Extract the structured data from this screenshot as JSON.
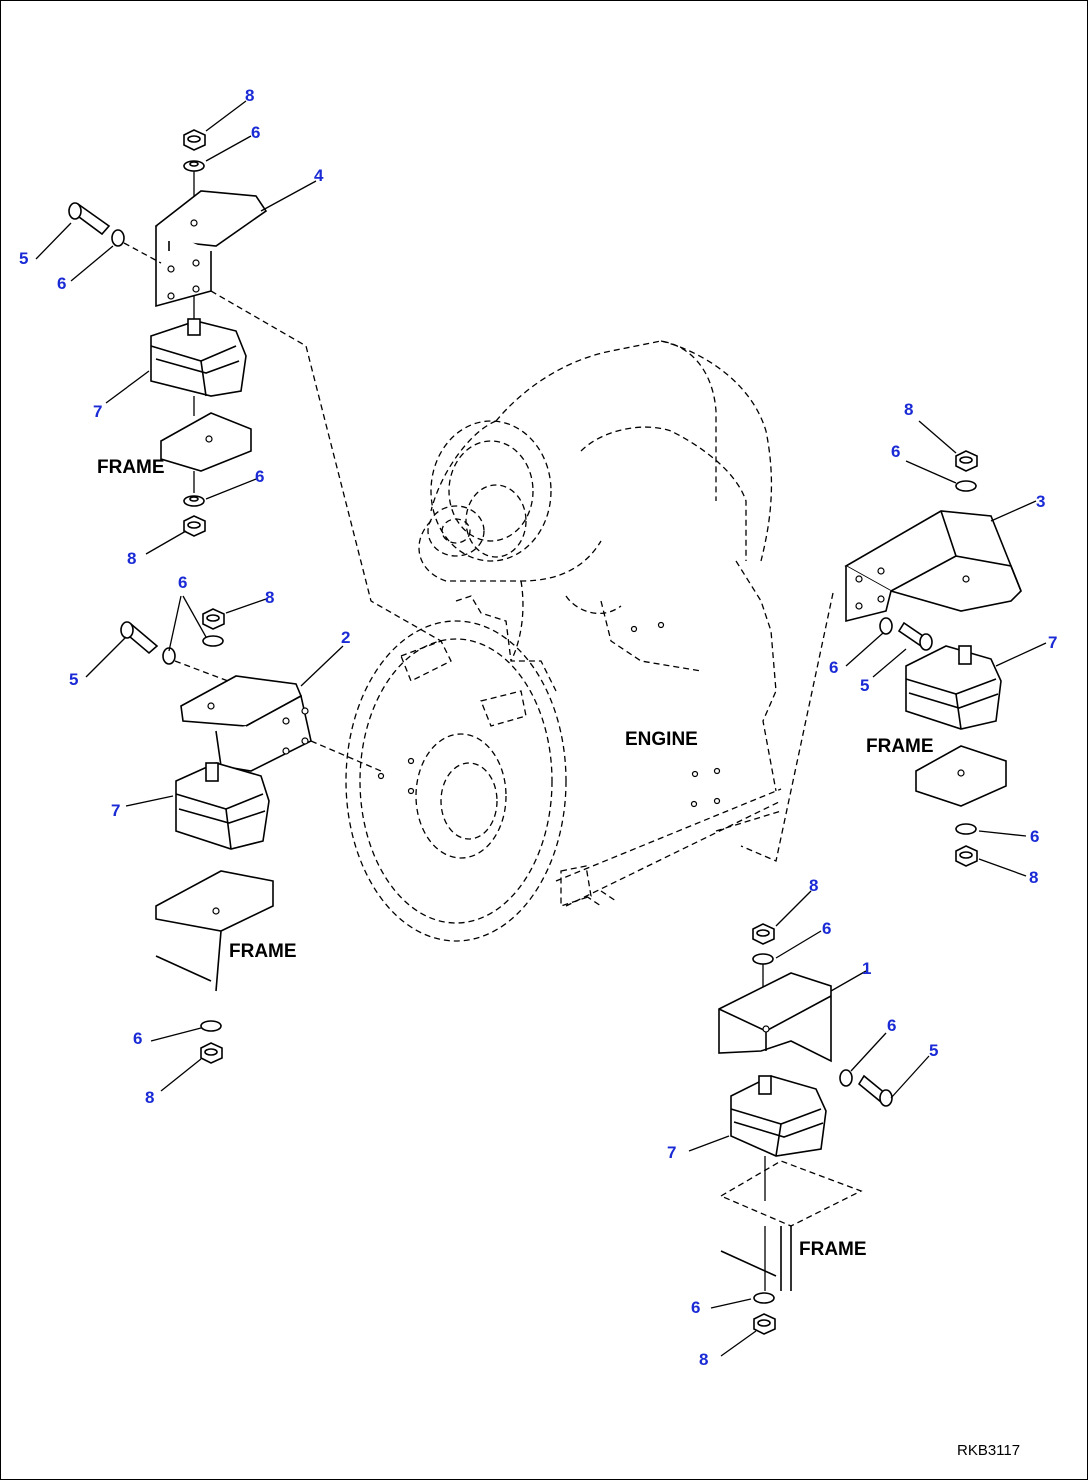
{
  "labels": {
    "engine": "ENGINE",
    "frame": "FRAME"
  },
  "callouts": {
    "1": "1",
    "2": "2",
    "3": "3",
    "4": "4",
    "5": "5",
    "6": "6",
    "7": "7",
    "8": "8"
  },
  "drawing_code": "RKB3117",
  "colors": {
    "callout": "#1a2bd6",
    "line": "#000000"
  }
}
